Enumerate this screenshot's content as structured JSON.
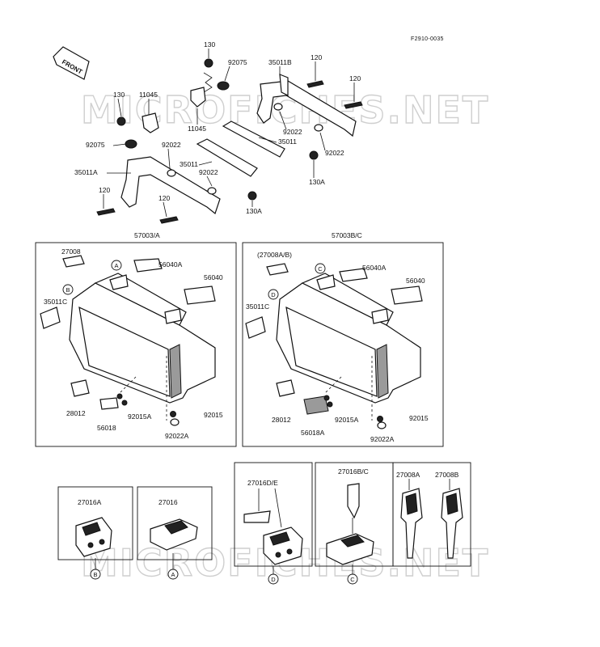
{
  "diagram_code": "F2910-0035",
  "front_label": "FRONT",
  "watermark_top": "MICROFICHES.NET",
  "watermark_bottom": "MICROFICHES.NET",
  "top_callouts": {
    "c130_a": "130",
    "c92075_a": "92075",
    "c35011B": "35011B",
    "c120_a": "120",
    "c120_b": "120",
    "c130_b": "130",
    "c11045_a": "11045",
    "c11045_b": "11045",
    "c92022_a": "92022",
    "c35011_a": "35011",
    "c92022_b": "92022",
    "c92075_b": "92075",
    "c92022_c": "92022",
    "c35011_b": "35011",
    "c92022_d": "92022",
    "c130A_a": "130A",
    "c35011A": "35011A",
    "c120_c": "120",
    "c120_d": "120",
    "c130A_b": "130A"
  },
  "left_case": {
    "assy": "57003/A",
    "c27008": "27008",
    "c56040A": "56040A",
    "c56040": "56040",
    "c35011C": "35011C",
    "c28012": "28012",
    "c56018": "56018",
    "c92015A": "92015A",
    "c92015": "92015",
    "c92022A": "92022A",
    "tag_a": "A",
    "tag_b": "B"
  },
  "right_case": {
    "assy": "57003B/C",
    "c27008AB": "(27008A/B)",
    "c56040A": "56040A",
    "c56040": "56040",
    "c35011C": "35011C",
    "c28012": "28012",
    "c56018A": "56018A",
    "c92015A": "92015A",
    "c92015": "92015",
    "c92022A": "92022A",
    "tag_c": "C",
    "tag_d": "D"
  },
  "locks": {
    "c27016A": "27016A",
    "c27016": "27016",
    "c27016DE": "27016D/E",
    "c27016BC": "27016B/C",
    "c27008A": "27008A",
    "c27008B": "27008B",
    "tag_b": "B",
    "tag_a": "A",
    "tag_d": "D",
    "tag_c": "C"
  }
}
